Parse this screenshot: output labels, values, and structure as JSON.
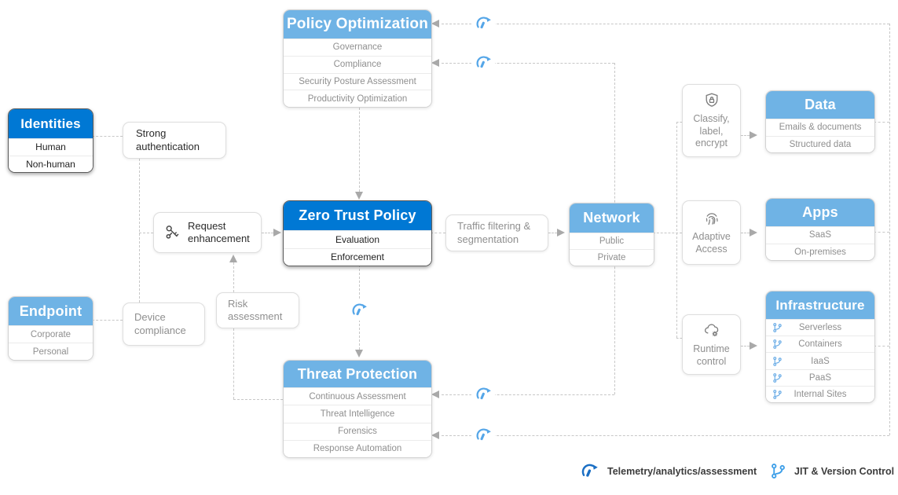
{
  "colors": {
    "primary_blue": "#0078D4",
    "light_blue": "#6FB3E5",
    "telemetry_blue": "#55A6E8",
    "legend_telemetry_blue": "#1B6FC4",
    "jit_blue": "#3E9FE8",
    "line_gray": "#C7C7C7",
    "arrow_gray": "#A9A9A9"
  },
  "boxes": {
    "policy_optimization": {
      "title": "Policy Optimization",
      "rows": [
        "Governance",
        "Compliance",
        "Security Posture Assessment",
        "Productivity Optimization"
      ]
    },
    "identities": {
      "title": "Identities",
      "rows": [
        "Human",
        "Non-human"
      ]
    },
    "zero_trust_policy": {
      "title": "Zero Trust Policy",
      "rows": [
        "Evaluation",
        "Enforcement"
      ]
    },
    "endpoint": {
      "title": "Endpoint",
      "rows": [
        "Corporate",
        "Personal"
      ]
    },
    "threat_protection": {
      "title": "Threat Protection",
      "rows": [
        "Continuous Assessment",
        "Threat Intelligence",
        "Forensics",
        "Response Automation"
      ]
    },
    "network": {
      "title": "Network",
      "rows": [
        "Public",
        "Private"
      ]
    },
    "data": {
      "title": "Data",
      "rows": [
        "Emails & documents",
        "Structured data"
      ]
    },
    "apps": {
      "title": "Apps",
      "rows": [
        "SaaS",
        "On-premises"
      ]
    },
    "infrastructure": {
      "title": "Infrastructure",
      "rows": [
        "Serverless",
        "Containers",
        "IaaS",
        "PaaS",
        "Internal Sites"
      ]
    }
  },
  "nodes": {
    "strong_authentication": "Strong authentication",
    "request_enhancement": "Request enhancement",
    "device_compliance": "Device compliance",
    "risk_assessment": "Risk assessment",
    "traffic_filtering": "Traffic filtering & segmentation",
    "classify_label_encrypt": "Classify, label, encrypt",
    "adaptive_access": "Adaptive Access",
    "runtime_control": "Runtime control"
  },
  "legend": {
    "telemetry_label": "Telemetry/analytics/assessment",
    "jit_label": "JIT & Version Control"
  }
}
